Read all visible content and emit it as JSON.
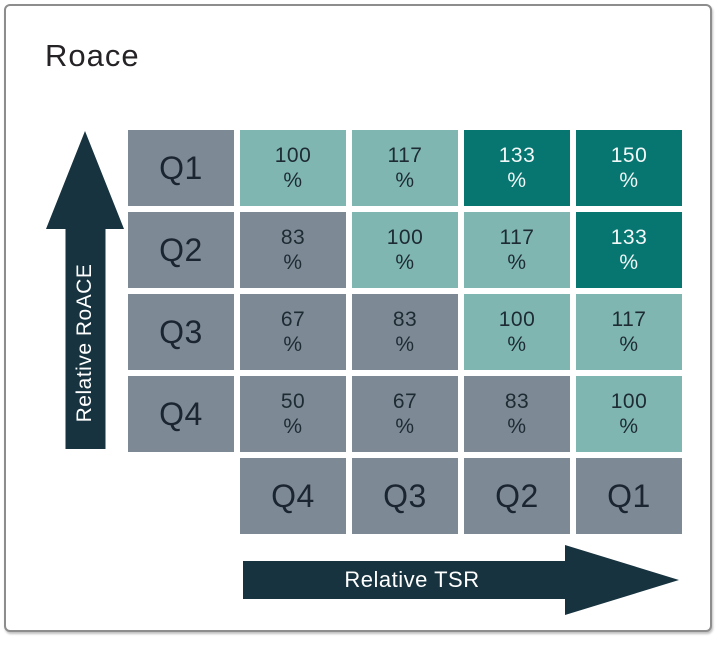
{
  "chart_data": {
    "type": "heatmap",
    "title": "Roace",
    "xlabel": "Relative TSR",
    "ylabel": "Relative RoACE",
    "x_categories": [
      "Q4",
      "Q3",
      "Q2",
      "Q1"
    ],
    "y_categories": [
      "Q1",
      "Q2",
      "Q3",
      "Q4"
    ],
    "unit": "%",
    "rows": [
      {
        "label": "Q1",
        "cells": [
          {
            "value": "100",
            "unit": "%",
            "tone": "light"
          },
          {
            "value": "117",
            "unit": "%",
            "tone": "light"
          },
          {
            "value": "133",
            "unit": "%",
            "tone": "dark"
          },
          {
            "value": "150",
            "unit": "%",
            "tone": "dark"
          }
        ]
      },
      {
        "label": "Q2",
        "cells": [
          {
            "value": "83",
            "unit": "%",
            "tone": "gray"
          },
          {
            "value": "100",
            "unit": "%",
            "tone": "light"
          },
          {
            "value": "117",
            "unit": "%",
            "tone": "light"
          },
          {
            "value": "133",
            "unit": "%",
            "tone": "dark"
          }
        ]
      },
      {
        "label": "Q3",
        "cells": [
          {
            "value": "67",
            "unit": "%",
            "tone": "gray"
          },
          {
            "value": "83",
            "unit": "%",
            "tone": "gray"
          },
          {
            "value": "100",
            "unit": "%",
            "tone": "light"
          },
          {
            "value": "117",
            "unit": "%",
            "tone": "light"
          }
        ]
      },
      {
        "label": "Q4",
        "cells": [
          {
            "value": "50",
            "unit": "%",
            "tone": "gray"
          },
          {
            "value": "67",
            "unit": "%",
            "tone": "gray"
          },
          {
            "value": "83",
            "unit": "%",
            "tone": "gray"
          },
          {
            "value": "100",
            "unit": "%",
            "tone": "light"
          }
        ]
      }
    ],
    "colors": {
      "cell_gray": "#7d8995",
      "teal_light": "#80b6b2",
      "teal_dark": "#077671",
      "arrow_navy": "#16333f",
      "text_dark": "#1d2b33",
      "text_light": "#f2f7f7"
    },
    "legend": "none",
    "grid": "white gaps between cells"
  }
}
